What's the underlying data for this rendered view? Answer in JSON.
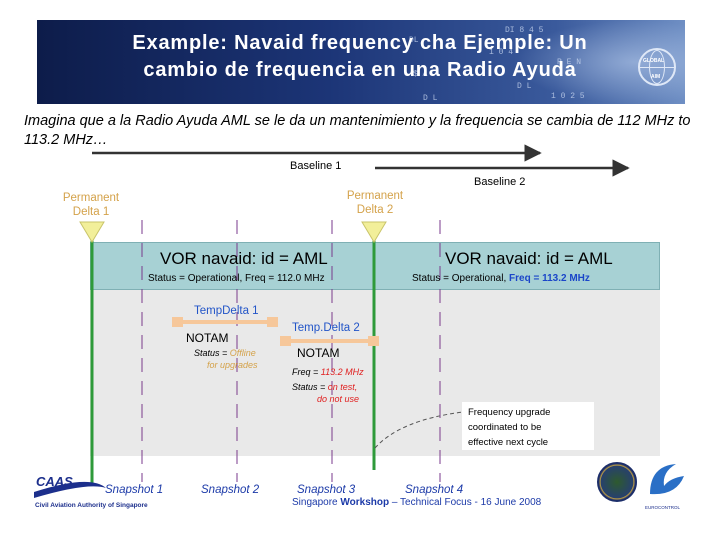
{
  "slide": {
    "title_line1": "Example:  Navaid frequency cha Ejemple: Un",
    "title_line2": "cambio de frequencia en una Radio Ayuda",
    "subtitle": "Imagina que a la Radio Ayuda AML se le da un mantenimiento y la frequencia se cambia de 112 MHz to 113.2 MHz…",
    "banner_logo_text": [
      "GLOBAL",
      "AIM"
    ],
    "banner_deco": [
      "DI 8 4 5",
      "DL",
      "R E N",
      "$ A",
      "D L",
      "1 0 2 5",
      "D L",
      "1 0 4"
    ]
  },
  "baselines": {
    "baseline1": "Baseline 1",
    "baseline2": "Baseline 2"
  },
  "deltas": {
    "permanent1_line1": "Permanent",
    "permanent1_line2": "Delta 1",
    "permanent2_line1": "Permanent",
    "permanent2_line2": "Delta 2"
  },
  "vor": {
    "left_title": "VOR navaid: id = AML",
    "left_status": "Status = Operational, Freq = 112.0 MHz",
    "right_title": "VOR navaid: id = AML",
    "right_status_prefix": "Status = Operational, ",
    "right_status_freq": "Freq = 113.2 MHz"
  },
  "temp1": {
    "label": "TempDelta 1",
    "notam": "NOTAM",
    "status_prefix": "Status = ",
    "status_value": "Offline",
    "status_line2": "for upgrades"
  },
  "temp2": {
    "label": "Temp.Delta 2",
    "notam": "NOTAM",
    "freq_prefix": "Freq = ",
    "freq_value": "113.2 MHz",
    "status_prefix": "Status = ",
    "status_value": "on test,",
    "status_line2": "do not use"
  },
  "note": {
    "line1": "Frequency upgrade",
    "line2": "coordinated to be",
    "line3": "effective next cycle"
  },
  "snapshots": [
    "Snapshot 1",
    "Snapshot 2",
    "Snapshot 3",
    "Snapshot 4"
  ],
  "footer": {
    "prefix": "Singapore ",
    "bold": "Workshop",
    "suffix": " – Technical Focus - 16 June 2008"
  },
  "logos": {
    "caas_word": "CAAS",
    "caas_sub": "Civil Aviation Authority of Singapore",
    "euro_sub": "EUROCONTROL"
  },
  "colors": {
    "banner": "#1c3577",
    "teal_band": "#a7d1d4",
    "green_line": "#2e9a3a",
    "dashed_purple": "#7a3a8c",
    "temp_bar": "#f6c79a",
    "delta_marker": "#f2ef9a",
    "highlight_blue": "#1b46c9",
    "red": "#e02020"
  }
}
